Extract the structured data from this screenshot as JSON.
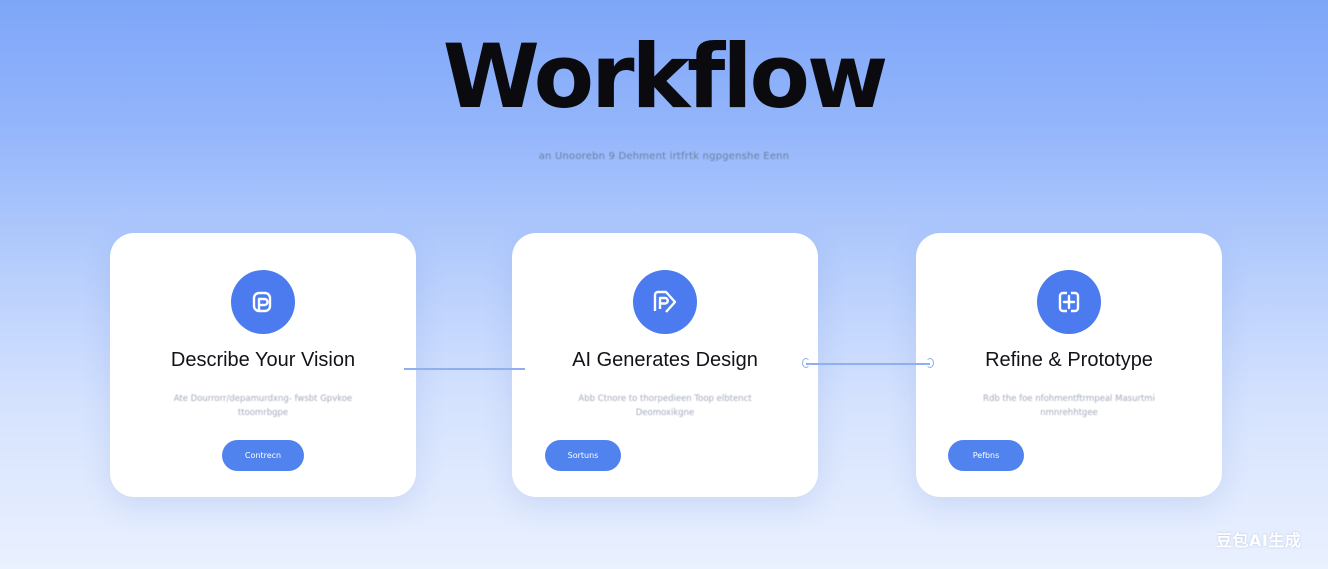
{
  "header": {
    "title": "Workflow",
    "subtitle": "an Unoorebn 9 Dehment irtfrtk ngpgenshe Eenn"
  },
  "cards": [
    {
      "icon": "document-p-icon",
      "title": "Describe Your Vision",
      "description": "Ate Dourrorr/depamurdxng- fwsbt Gpvkoe ttoomrbgpe",
      "button_label": "Contrecn"
    },
    {
      "icon": "document-forward-icon",
      "title": "AI Generates Design",
      "description": "Abb Ctnore to thorpedieen Toop elbtenct Deomoxikgne",
      "button_label": "Sortuns"
    },
    {
      "icon": "refine-cross-icon",
      "title": "Refine & Prototype",
      "description": "Rdb the foe nfohmentftrmpeal Masurtmi nmnrehhtgee",
      "button_label": "Pefbns"
    }
  ],
  "watermark": "豆包AI生成",
  "colors": {
    "accent": "#4b7bee",
    "button": "#5183ef",
    "connector": "#8eaff0"
  }
}
